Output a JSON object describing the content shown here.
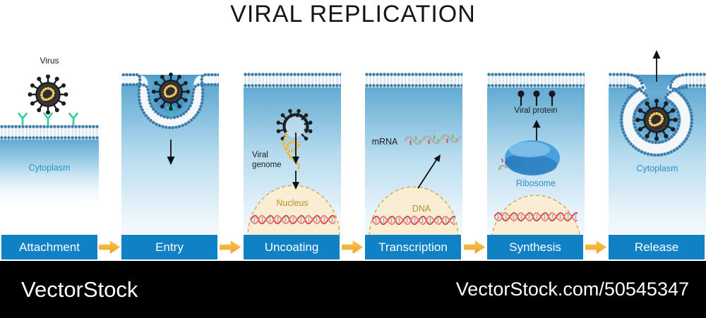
{
  "title": "VIRAL REPLICATION",
  "steps": [
    {
      "label": "Attachment"
    },
    {
      "label": "Entry"
    },
    {
      "label": "Uncoating"
    },
    {
      "label": "Transcription"
    },
    {
      "label": "Synthesis"
    },
    {
      "label": "Release"
    }
  ],
  "labels": {
    "virus": "Virus",
    "cytoplasm_attachment": "Cytoplasm",
    "viral_genome": "Viral genome",
    "nucleus": "Nucleus",
    "mrna": "mRNA",
    "dna": "DNA",
    "viral_protein": "Viral protein",
    "ribosome": "Ribosome",
    "cytoplasm_release": "Cytoplasm"
  },
  "footer": {
    "brand": "VectorStock",
    "url": "VectorStock.com/50545347"
  },
  "colors": {
    "step_box": "#1181c6",
    "step_arrow": "#f5b33b",
    "membrane_dot": "#3e7ca8",
    "cytoplasm_top": "#4e9bc9",
    "nucleus_fill": "#f9eed4",
    "nucleus_border": "#cfa045",
    "label_blue": "#2e8fc5",
    "label_gold": "#b8912a",
    "virus_body": "#2d2d2d",
    "genome_yellow": "#e2a41f",
    "receptor_green": "#2ecf9b",
    "ribosome_blue": "#4aa2dd",
    "dna_red": "#d94545"
  }
}
